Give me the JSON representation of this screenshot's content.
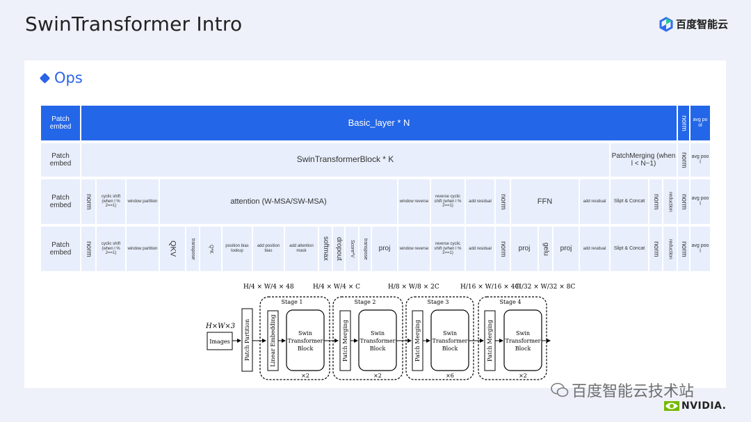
{
  "page": {
    "title": "SwinTransformer Intro",
    "logo_text": "百度智能云",
    "section": "Ops",
    "watermark": "百度智能云技术站",
    "nvidia": "NVIDIA."
  },
  "colors": {
    "accent": "#2366e8",
    "cell": "#e8eefb",
    "background": "#eef1f9"
  },
  "table": {
    "row1": {
      "patch_embed": "Patch embed",
      "basic_layer": "Basic_layer  * N",
      "norm": "norm",
      "avgpool": "avg po ol"
    },
    "row2": {
      "patch_embed": "Patch embed",
      "swin_block": "SwinTransformerBlock * K",
      "patch_merging": "PatchMerging (when l < N−1)",
      "norm": "norm",
      "avgpool": "avg poo l"
    },
    "row3": {
      "patch_embed": "Patch embed",
      "norm_a": "norm",
      "cyclic_shift": "cyclic shift (when l % 2==1)",
      "window_partition": "window partition",
      "attention": "attention (W-MSA/SW-MSA)",
      "window_reverse": "window reverse",
      "reverse_cyclic_shift": "reverse cyclic shift (when l % 2==1)",
      "add_residual_a": "add residual",
      "norm_b": "norm",
      "ffn": "FFN",
      "add_residual_b": "add residual",
      "slipt_concat": "Slipt & Concat",
      "norm_c": "norm",
      "reduction": "reduction",
      "norm_d": "norm",
      "avgpool": "avg poo l"
    },
    "row4": {
      "patch_embed": "Patch embed",
      "norm_a": "norm",
      "cyclic_shift": "cyclic shift (when l % 2==1)",
      "window_partition": "window partition",
      "qkv": "QKV",
      "transpose_a": "transpose",
      "qk": "Q*K",
      "position_bias_lookup": "position bias lookup",
      "add_position_bias": "add position bias",
      "add_attention_mask": "add attention mask",
      "softmax": "softmax",
      "dropout": "dropout",
      "score_v": "Score*V",
      "transpose_b": "transpose",
      "proj_a": "proj",
      "window_reverse": "window reverse",
      "reverse_cyclic_shift": "reverse cyclic shift (when l % 2==1)",
      "add_residual_a": "add residual",
      "norm_b": "norm",
      "proj_b": "proj",
      "gelu": "gelu",
      "proj_c": "proj",
      "add_residual_b": "add residual",
      "slipt_concat": "Slipt & Concat",
      "norm_c": "norm",
      "reduction": "reduction",
      "norm_d": "norm",
      "avgpool": "avg poo l"
    }
  },
  "architecture": {
    "input_dims": "H×W×3",
    "images": "Images",
    "patch_partition": "Patch Partition",
    "linear_embedding": "Linear Embedding",
    "patch_merging": "Patch Merging",
    "swin_block": [
      "Swin",
      "Transformer",
      "Block"
    ],
    "stages": [
      {
        "label": "Stage 1",
        "repeat": "×2",
        "dims": "H/4 × W/4 × C"
      },
      {
        "label": "Stage 2",
        "repeat": "×2",
        "dims": "H/8 × W/8 × 2C"
      },
      {
        "label": "Stage 3",
        "repeat": "×6",
        "dims": "H/16 × W/16 × 4C"
      },
      {
        "label": "Stage 4",
        "repeat": "×2",
        "dims": "H/32 × W/32 × 8C"
      }
    ],
    "partition_dims": "H/4 × W/4 × 48"
  }
}
